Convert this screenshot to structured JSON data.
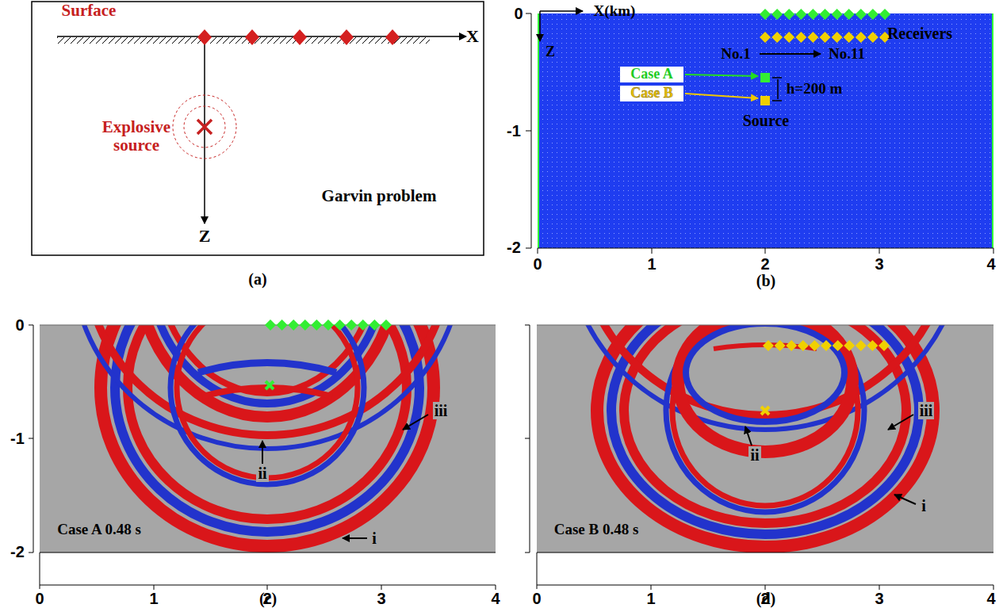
{
  "diagram": {
    "labels": [
      "Surface",
      "X",
      "Explosive source",
      "Garvin problem",
      "Z",
      "(a)",
      "0",
      "X(km)",
      "Z",
      "Receivers",
      "No.1",
      "No.11",
      "Case A",
      "Case B",
      "h=200 m",
      "Source",
      "-1",
      "-2",
      "0",
      "1",
      "2",
      "3",
      "4",
      "(b)",
      "0",
      "-1",
      "-2",
      "i",
      "ii",
      "iii",
      "Case A 0.48 s",
      "0",
      "1",
      "2",
      "3",
      "4",
      "(c)",
      "ii",
      "iii",
      "i",
      "Case B 0.48 s",
      "0",
      "1",
      "2",
      "3",
      "4",
      "(d)"
    ]
  }
}
